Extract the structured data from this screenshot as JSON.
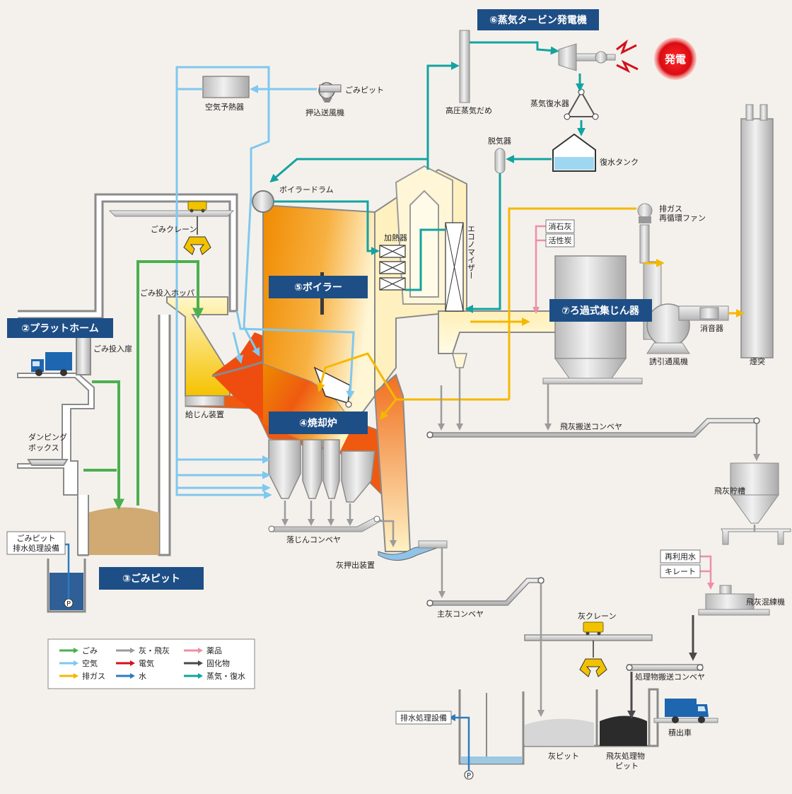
{
  "sections": {
    "platform": "②プラットホーム",
    "pit": "③ごみピット",
    "furnace": "④焼却炉",
    "boiler": "⑤ボイラー",
    "turbine": "⑥蒸気タービン発電機",
    "filter": "⑦ろ過式集じん器"
  },
  "generation": "発電",
  "labels": {
    "garbage_pit_top": "ごみピット",
    "forced_fan": "押込送風機",
    "air_preheater": "空気予熱器",
    "hp_steam_header": "高圧蒸気だめ",
    "condenser": "蒸気復水器",
    "condensate_tank": "復水タンク",
    "deaerator": "脱気器",
    "boiler_drum": "ボイラードラム",
    "heater": "加熱器",
    "economizer": "エコノマイザー",
    "exhaust_recirc_fan_1": "排ガス",
    "exhaust_recirc_fan_2": "再循環ファン",
    "slaked_lime": "消石灰",
    "activated_carbon": "活性炭",
    "crane": "ごみクレーン",
    "hopper": "ごみ投入ホッパ",
    "entry_door": "ごみ投入扉",
    "feeder": "給じん装置",
    "dumping_box_1": "ダンピング",
    "dumping_box_2": "ボックス",
    "pit_wastewater_1": "ごみピット",
    "pit_wastewater_2": "排水処理設備",
    "fly_ash_conveyor": "飛灰搬送コンベヤ",
    "fall_conveyor": "落じんコンベヤ",
    "ash_pusher": "灰押出装置",
    "main_ash_conveyor": "主灰コンベヤ",
    "induced_fan": "誘引通風機",
    "silencer": "消音器",
    "stack": "煙突",
    "fly_ash_silo": "飛灰貯槽",
    "reuse_water": "再利用水",
    "chelate": "キレート",
    "fly_ash_mixer": "飛灰混練機",
    "ash_crane": "灰クレーン",
    "treated_conveyor": "処理物搬送コンベヤ",
    "loading_truck": "積出車",
    "wastewater": "排水処理設備",
    "ash_pit": "灰ピット",
    "treated_pit_1": "飛灰処理物",
    "treated_pit_2": "ピット",
    "pump_p": "P"
  },
  "colors": {
    "garbage": "#4caf50",
    "air": "#7fc8ef",
    "exhaust": "#f5b800",
    "ash": "#9b9b9b",
    "electricity": "#d4101a",
    "water": "#2b7cc0",
    "chemicals": "#ee8fa4",
    "solidified": "#4a4a4a",
    "steam": "#13a3a0",
    "section_bg": "#1e4e86"
  },
  "legend": [
    {
      "label": "ごみ",
      "color": "#4caf50"
    },
    {
      "label": "灰・飛灰",
      "color": "#9b9b9b"
    },
    {
      "label": "薬品",
      "color": "#ee8fa4"
    },
    {
      "label": "空気",
      "color": "#7fc8ef"
    },
    {
      "label": "電気",
      "color": "#d4101a"
    },
    {
      "label": "固化物",
      "color": "#4a4a4a"
    },
    {
      "label": "排ガス",
      "color": "#f5b800"
    },
    {
      "label": "水",
      "color": "#2b7cc0"
    },
    {
      "label": "蒸気・復水",
      "color": "#13a3a0"
    }
  ]
}
